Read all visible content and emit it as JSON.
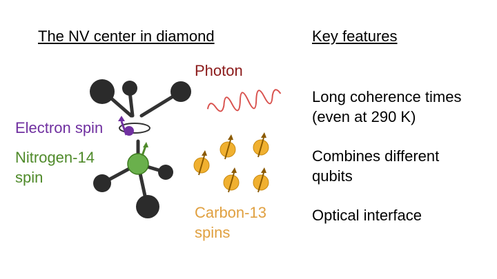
{
  "titles": {
    "left": "The NV center in diamond",
    "right": "Key features"
  },
  "labels": {
    "photon": "Photon",
    "electron_spin": "Electron spin",
    "nitrogen_line1": "Nitrogen-14",
    "nitrogen_line2": "spin",
    "carbon_line1": "Carbon-13",
    "carbon_line2": "spins"
  },
  "features": [
    {
      "line1": "Long coherence times",
      "line2": "(even at 290 K)"
    },
    {
      "line1": "Combines different",
      "line2": "qubits"
    },
    {
      "line1": "Optical interface",
      "line2": ""
    }
  ],
  "colors": {
    "photon": "#8b1a1a",
    "photon_wave": "#d9534f",
    "electron": "#7030a0",
    "nitrogen": "#4f8a2a",
    "nitrogen_ball": "#6ab04c",
    "carbon": "#e0a040",
    "carbon_ball": "#f0b030",
    "lattice_atom": "#2b2b2b"
  }
}
